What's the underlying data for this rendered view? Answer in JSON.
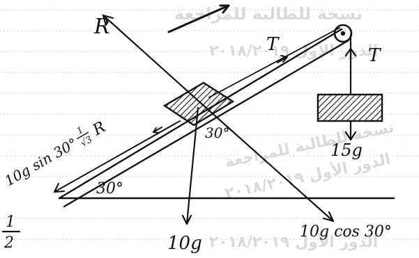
{
  "labels": {
    "R": "R",
    "T_string": "T",
    "T_vertical": "T",
    "hanging_mass": "15g",
    "weight": "10g",
    "normal_component": "10g cos 30°",
    "parallel_component_prefix": "10g sin 30°",
    "sin_fraction_num": "1",
    "sin_fraction_den": "√3",
    "parallel_component_suffix": "R",
    "incline_angle": "30°",
    "weight_angle": "30°",
    "half_num": "1",
    "half_den": "2"
  },
  "watermark": {
    "line1": "نسخة للطالبة للمراجعة",
    "line2": "الدور الأول ٢٠١٨/٢٠١٩"
  },
  "colors": {
    "ink": "#111111",
    "watermark": "#d9d9d9",
    "ruled_line": "#cfcfcf"
  }
}
